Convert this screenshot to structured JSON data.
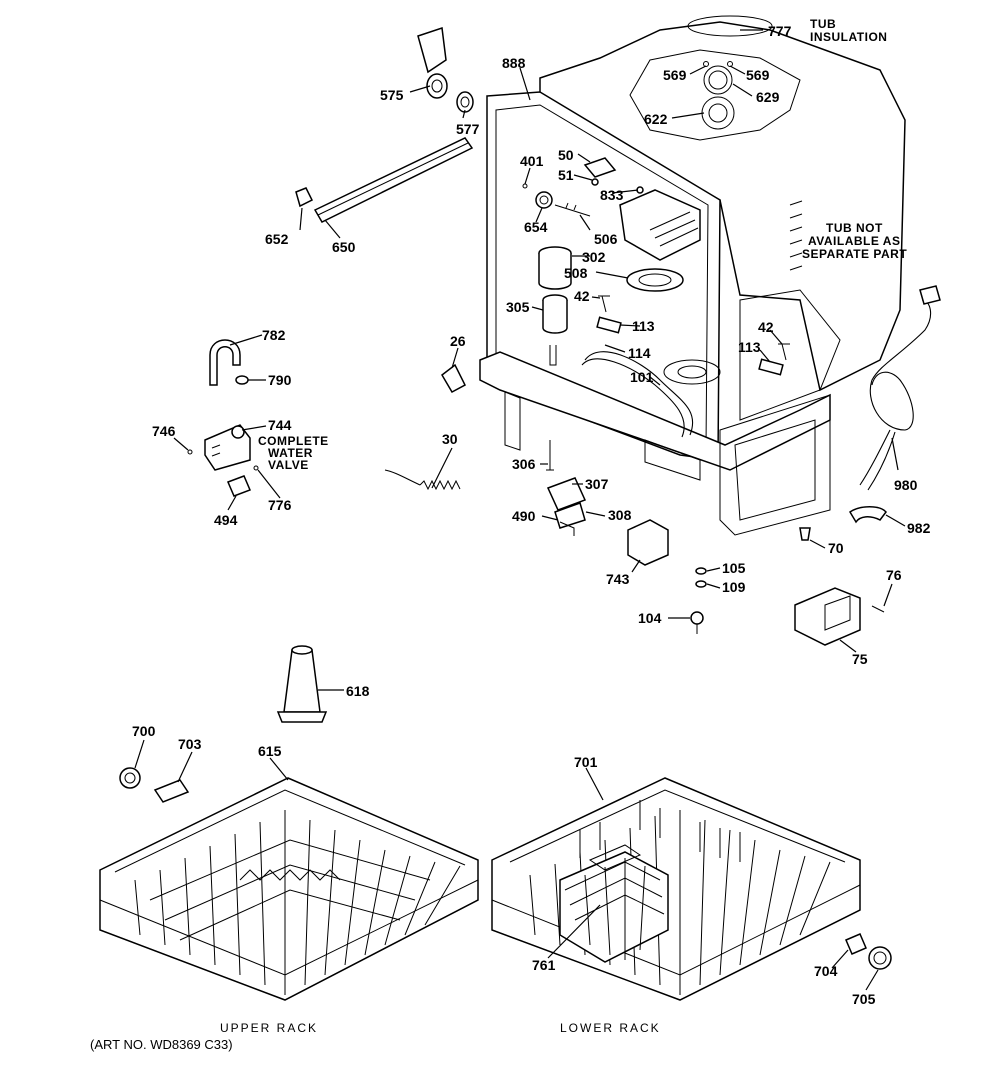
{
  "labels": {
    "p777": "777",
    "p888": "888",
    "p575": "575",
    "p577": "577",
    "p569a": "569",
    "p569b": "569",
    "p629": "629",
    "p622": "622",
    "p401": "401",
    "p50": "50",
    "p51": "51",
    "p833": "833",
    "p654": "654",
    "p506": "506",
    "p652": "652",
    "p650": "650",
    "p302": "302",
    "p508": "508",
    "p42a": "42",
    "p305": "305",
    "p113a": "113",
    "p782": "782",
    "p26": "26",
    "p114": "114",
    "p42b": "42",
    "p113b": "113",
    "p790": "790",
    "p101": "101",
    "p746": "746",
    "p744": "744",
    "p30": "30",
    "p306": "306",
    "p307": "307",
    "p980": "980",
    "p494": "494",
    "p776": "776",
    "p490": "490",
    "p308": "308",
    "p982": "982",
    "p70": "70",
    "p743": "743",
    "p105": "105",
    "p109": "109",
    "p76": "76",
    "p104": "104",
    "p75": "75",
    "p618": "618",
    "p700": "700",
    "p703": "703",
    "p615": "615",
    "p701": "701",
    "p761": "761",
    "p704": "704",
    "p705": "705"
  },
  "notes": {
    "tub_insulation_1": "TUB",
    "tub_insulation_2": "INSULATION",
    "tub_note_1": "TUB NOT",
    "tub_note_2": "AVAILABLE AS",
    "tub_note_3": "SEPARATE PART",
    "valve_1": "COMPLETE",
    "valve_2": "WATER",
    "valve_3": "VALVE"
  },
  "captions": {
    "upper_rack": "UPPER RACK",
    "lower_rack": "LOWER RACK",
    "art_no": "(ART NO. WD8369 C33)"
  }
}
